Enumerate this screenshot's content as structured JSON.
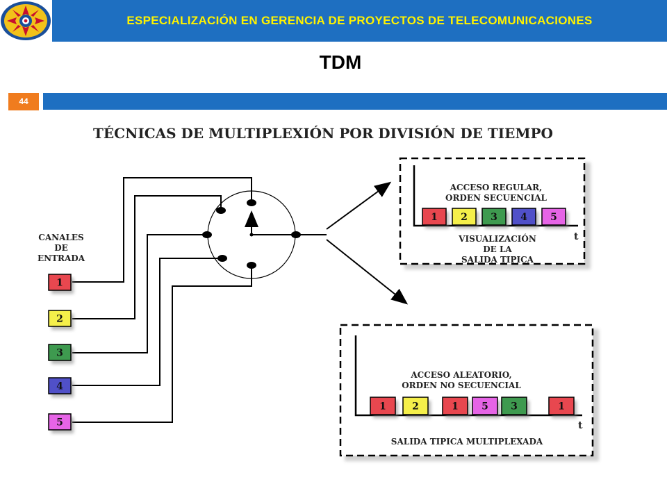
{
  "header": {
    "title": "ESPECIALIZACIÓN EN GERENCIA DE PROYECTOS DE TELECOMUNICACIONES",
    "accent_color": "#1e6fc1",
    "title_color": "#fff200"
  },
  "slide": {
    "title": "TDM",
    "page_number": "44",
    "badge_color": "#f07c1e"
  },
  "diagram": {
    "heading": "TÉCNICAS DE MULTIPLEXIÓN  POR DIVISIÓN DE TIEMPO",
    "input_label": [
      "CANALES",
      "DE",
      "ENTRADA"
    ],
    "channels": [
      {
        "label": "1",
        "color": "#e8474f"
      },
      {
        "label": "2",
        "color": "#f5ef4a"
      },
      {
        "label": "3",
        "color": "#3e9a4f"
      },
      {
        "label": "4",
        "color": "#5050c8"
      },
      {
        "label": "5",
        "color": "#e664e6"
      }
    ],
    "regular": {
      "title_lines": [
        "ACCESO REGULAR,",
        "ORDEN SECUENCIAL"
      ],
      "slots": [
        "1",
        "2",
        "3",
        "4",
        "5"
      ],
      "caption_lines": [
        "VISUALIZACIÓN",
        "DE LA",
        "SALIDA TIPICA"
      ],
      "axis_label": "t"
    },
    "random": {
      "title_lines": [
        "ACCESO ALEATORIO,",
        "ORDEN NO SECUENCIAL"
      ],
      "slots": [
        "1",
        "2",
        "1",
        "5",
        "3",
        "1"
      ],
      "caption": "SALIDA TIPICA MULTIPLEXADA",
      "axis_label": "t"
    }
  }
}
